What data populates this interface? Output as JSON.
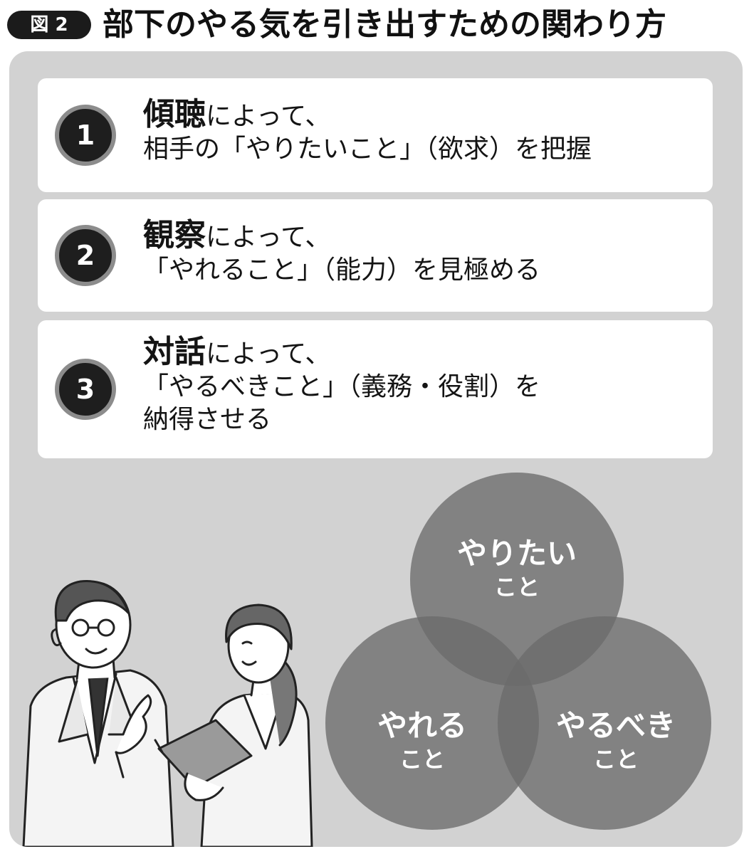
{
  "header": {
    "badge": "図 2",
    "title": "部下のやる気を引き出すための関わり方"
  },
  "cards": [
    {
      "number": "1",
      "keyword": "傾聴",
      "rest": "によって、",
      "lines": [
        "相手の「やりたいこと」（欲求）を把握"
      ]
    },
    {
      "number": "2",
      "keyword": "観察",
      "rest": "によって、",
      "lines": [
        "「やれること」（能力）を見極める"
      ]
    },
    {
      "number": "3",
      "keyword": "対話",
      "rest": "によって、",
      "lines": [
        "「やるべきこと」（義務・役割）を",
        "納得させる"
      ]
    }
  ],
  "venn": [
    {
      "main": "やりたい",
      "sub": "こと"
    },
    {
      "main": "やれる",
      "sub": "こと"
    },
    {
      "main": "やるべき",
      "sub": "こと"
    }
  ],
  "colors": {
    "panel": "#d2d2d2",
    "circle": "#6a6a6a",
    "dark": "#1e1e1e"
  }
}
